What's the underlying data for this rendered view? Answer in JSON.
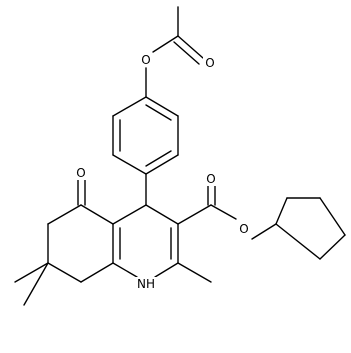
{
  "atoms": {
    "o_ester_aryl": "O",
    "o_acetyl_carbonyl": "O",
    "o_ketone": "O",
    "o_carboxyl_carbonyl": "O",
    "o_ester_cyclopentyl": "O",
    "nh": "NH"
  },
  "colors": {
    "bond": "#000000",
    "label": "#000000",
    "background": "#ffffff"
  }
}
